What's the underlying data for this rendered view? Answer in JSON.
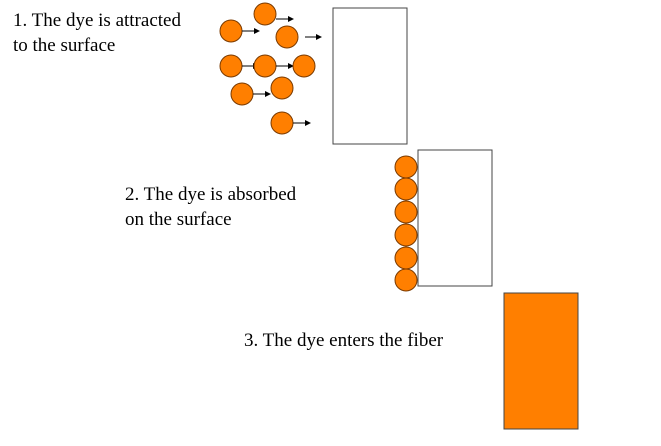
{
  "steps": [
    {
      "number": "1.",
      "line1": "The dye is attracted",
      "line2": "to the surface"
    },
    {
      "number": "2.",
      "line1": "The dye is absorbed",
      "line2": "on the surface"
    },
    {
      "number": "3.",
      "line1": "The dye enters the fiber",
      "line2": ""
    }
  ],
  "colors": {
    "dye": "#ff7f00",
    "dye_stroke": "#7a3a00",
    "fiber_fill_empty": "#ffffff",
    "fiber_stroke": "#444444",
    "arrow": "#000000"
  }
}
